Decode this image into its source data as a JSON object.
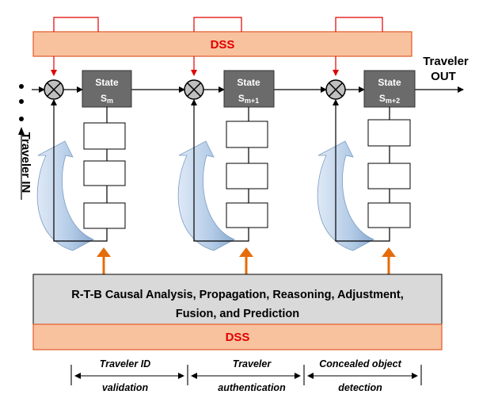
{
  "dss_top": {
    "label": "DSS"
  },
  "dss_bottom": {
    "label": "DSS"
  },
  "output": {
    "line1": "Traveler",
    "line2": "OUT"
  },
  "input": {
    "label": "Traveler IN"
  },
  "states": [
    {
      "title": "State",
      "sub_base": "S",
      "sub_index": "m"
    },
    {
      "title": "State",
      "sub_base": "S",
      "sub_index": "m+1"
    },
    {
      "title": "State",
      "sub_base": "S",
      "sub_index": "m+2"
    }
  ],
  "analysis": {
    "line1": "R-T-B Causal Analysis,  Propagation, Reasoning, Adjustment,",
    "line2": "Fusion, and  Prediction"
  },
  "phases": [
    {
      "line1": "Traveler ID",
      "line2": "validation"
    },
    {
      "line1": "Traveler",
      "line2": "authentication"
    },
    {
      "line1": "Concealed object",
      "line2": "detection"
    }
  ],
  "colors": {
    "dss_fill": "#f9c29e",
    "dss_border": "#e05a2a",
    "dss_text": "#e00000",
    "feedback_red": "#e00000",
    "state_fill": "#6b6b6b",
    "analysis_fill": "#d9d9d9",
    "orange_arrow": "#e46c0a",
    "curved_arrow": "#b8cfe8"
  }
}
